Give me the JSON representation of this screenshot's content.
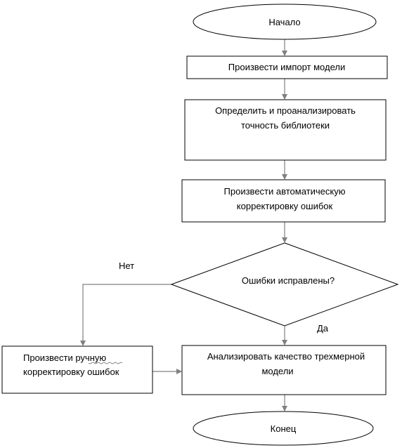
{
  "nodes": {
    "start": {
      "text": "Начало"
    },
    "import": {
      "text": "Произвести импорт модели"
    },
    "analyze": {
      "line1": "Определить и проанализировать",
      "line2": "точность библиотеки"
    },
    "autofix": {
      "line1": "Произвести автоматическую",
      "line2": "корректировку ошибок"
    },
    "decision": {
      "text": "Ошибки исправлены?"
    },
    "manual": {
      "line1_prefix": "Произвести ",
      "line1_underlined": "ручную",
      "line2": "корректировку ошибок"
    },
    "quality": {
      "line1": "Анализировать качество трехмерной",
      "line2": "модели"
    },
    "end": {
      "text": "Конец"
    }
  },
  "edges": {
    "no_label": "Нет",
    "yes_label": "Да"
  },
  "colors": {
    "shape_stroke": "#000000",
    "connector": "#808080",
    "background": "#ffffff"
  }
}
